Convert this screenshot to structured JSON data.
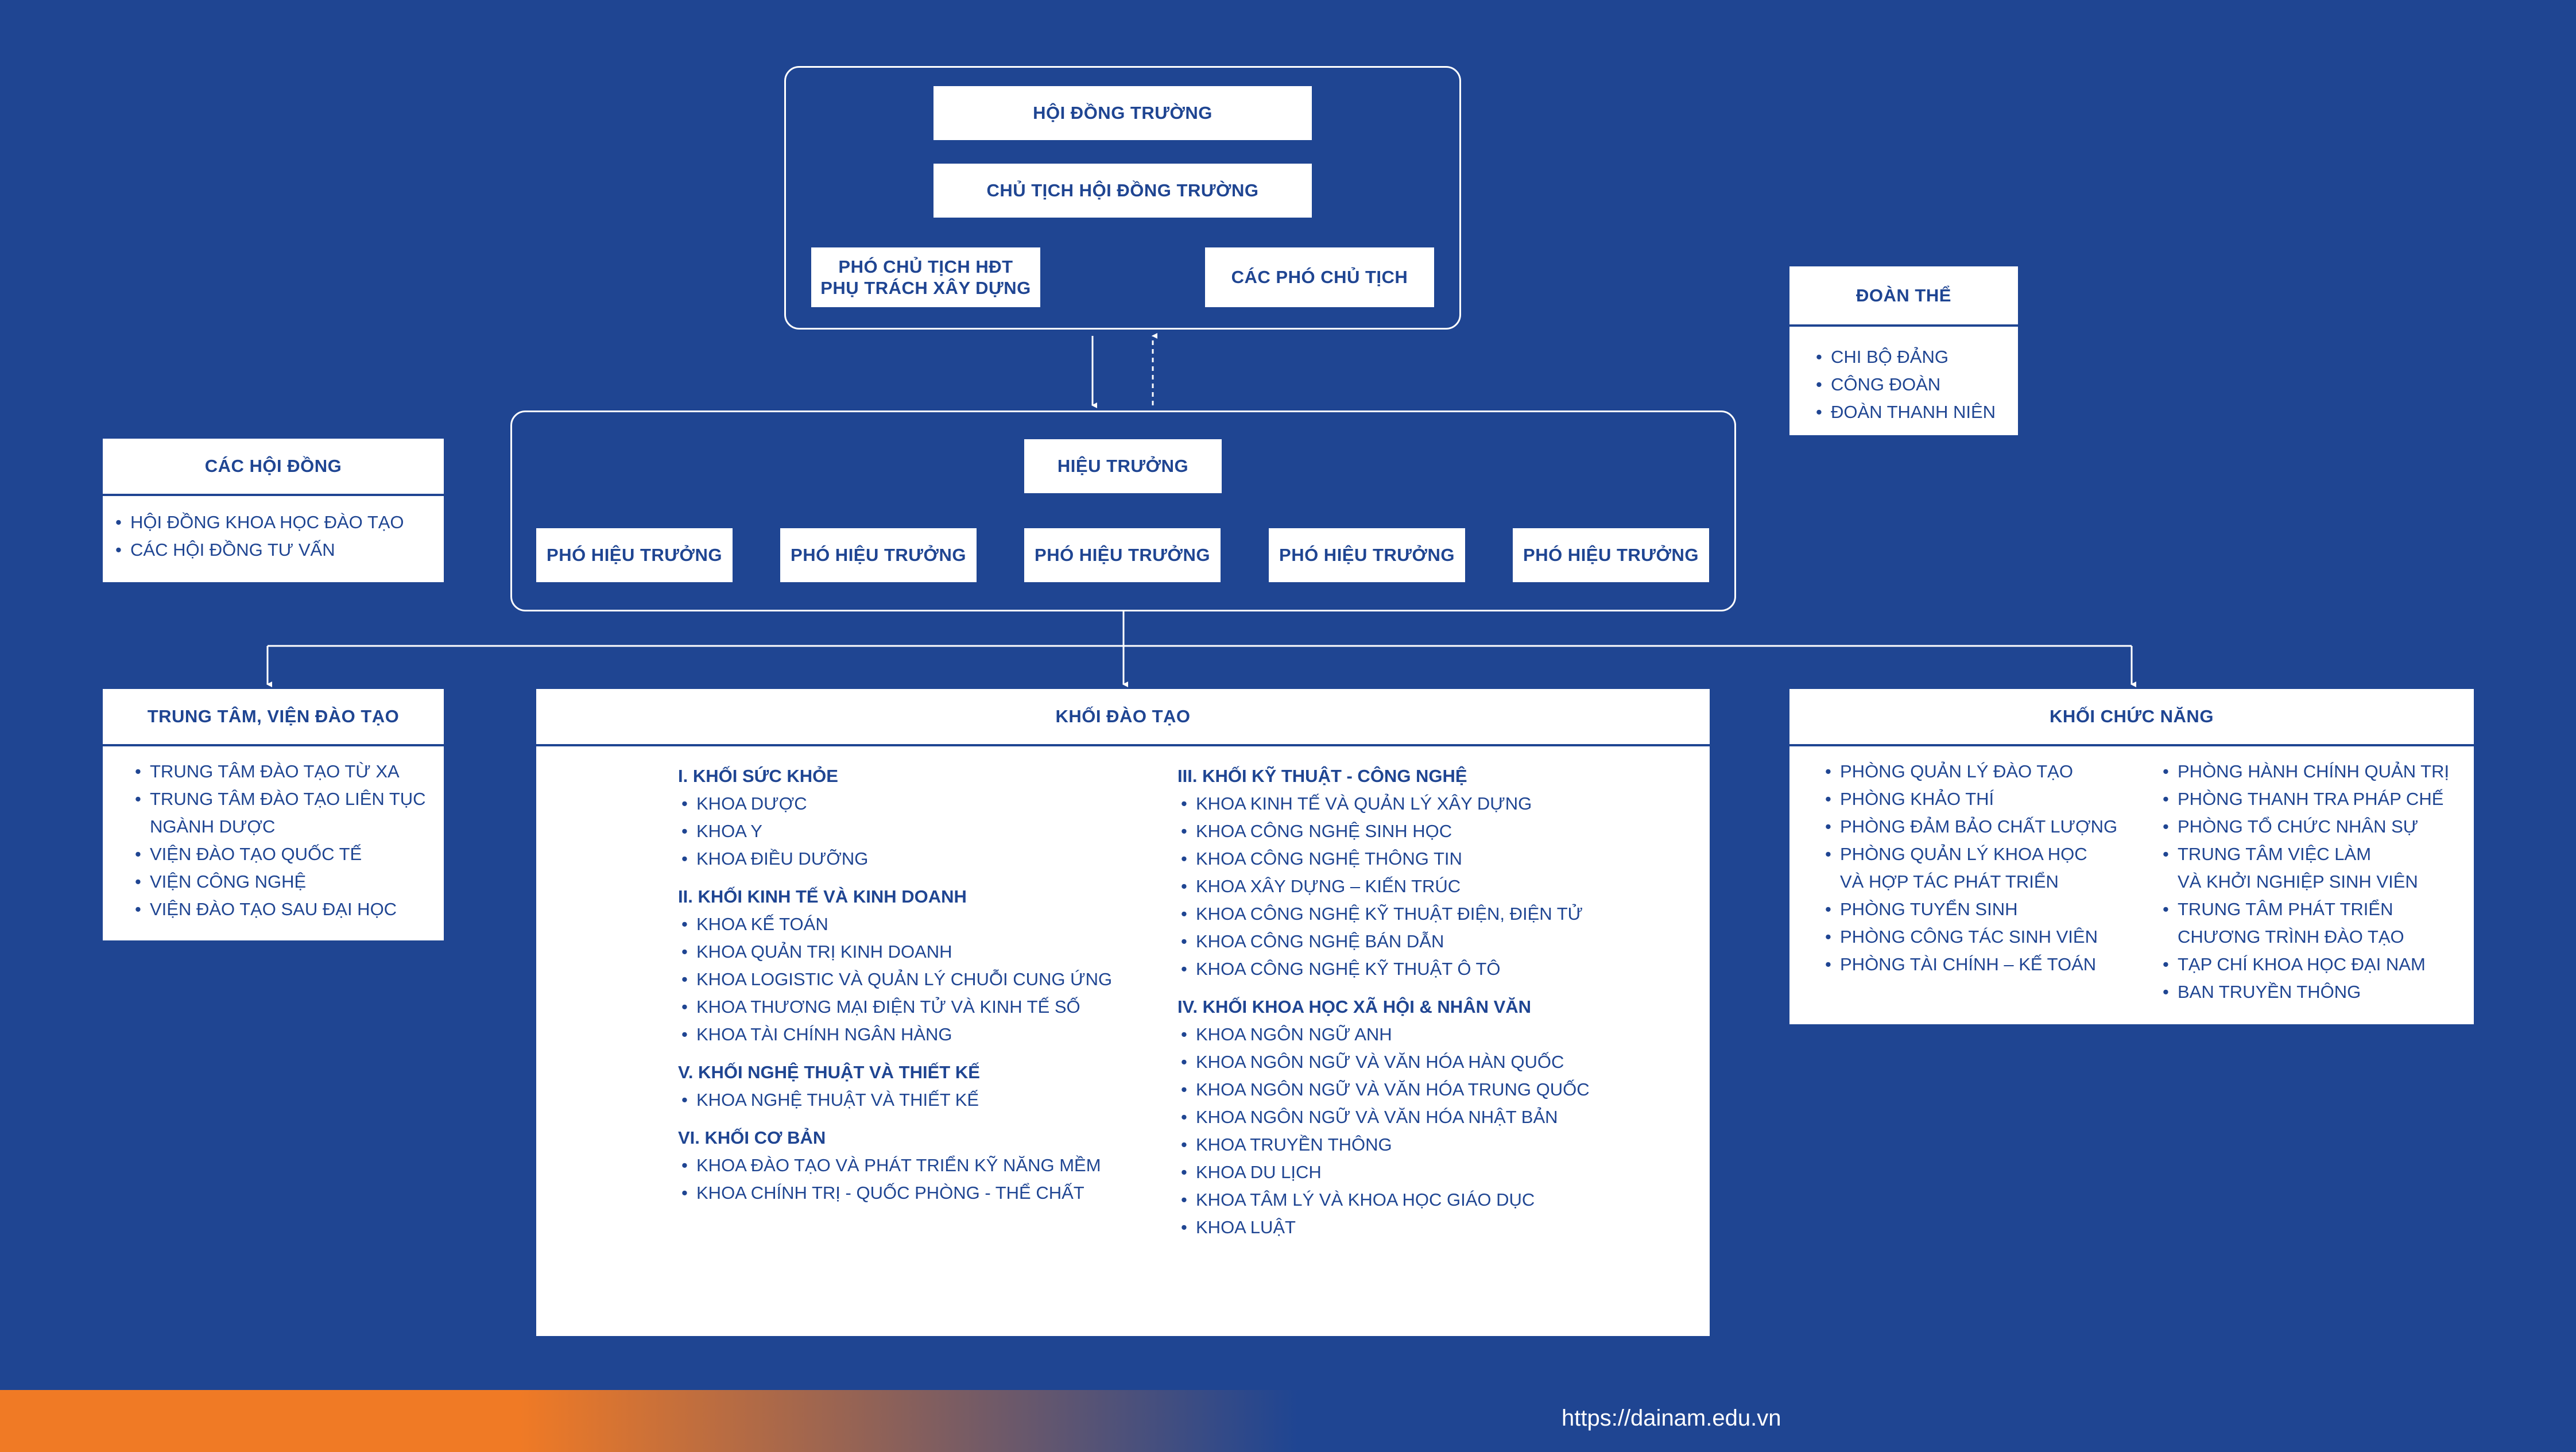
{
  "board": {
    "council": "HỘI ĐỒNG TRƯỜNG",
    "chair": "CHỦ TỊCH HỘI ĐỒNG TRƯỜNG",
    "vice_chair_construction": [
      "PHÓ CHỦ TỊCH HĐT",
      "PHỤ TRÁCH XÂY DỰNG"
    ],
    "vice_chairs": "CÁC PHÓ CHỦ TỊCH"
  },
  "rector": {
    "title": "HIỆU TRƯỞNG",
    "vice_rectors": [
      "PHÓ HIỆU TRƯỞNG",
      "PHÓ HIỆU TRƯỞNG",
      "PHÓ HIỆU TRƯỞNG",
      "PHÓ HIỆU TRƯỞNG",
      "PHÓ HIỆU TRƯỞNG"
    ]
  },
  "unions": {
    "title": "ĐOÀN THỂ",
    "items": [
      "CHI BỘ ĐẢNG",
      "CÔNG ĐOÀN",
      "ĐOÀN THANH NIÊN"
    ]
  },
  "councils": {
    "title": "CÁC HỘI ĐỒNG",
    "items": [
      "HỘI ĐỒNG KHOA HỌC ĐÀO TẠO",
      "CÁC HỘI ĐỒNG TƯ VẤN"
    ]
  },
  "centers": {
    "title": "TRUNG TÂM, VIỆN ĐÀO TẠO",
    "items": [
      "TRUNG TÂM ĐÀO TẠO TỪ XA",
      [
        "TRUNG TÂM ĐÀO TẠO LIÊN TỤC",
        "NGÀNH DƯỢC"
      ],
      "VIỆN ĐÀO TẠO QUỐC TẾ",
      "VIỆN CÔNG NGHỆ",
      "VIỆN ĐÀO TẠO SAU ĐẠI HỌC"
    ]
  },
  "training": {
    "title": "KHỐI ĐÀO TẠO",
    "left_groups": [
      {
        "title": "I. KHỐI SỨC KHỎE",
        "items": [
          "KHOA DƯỢC",
          "KHOA Y",
          "KHOA ĐIỀU DƯỠNG"
        ]
      },
      {
        "title": "II. KHỐI KINH TẾ VÀ KINH DOANH",
        "items": [
          "KHOA KẾ TOÁN",
          "KHOA QUẢN TRỊ KINH DOANH",
          "KHOA LOGISTIC VÀ QUẢN LÝ CHUỖI CUNG ỨNG",
          "KHOA THƯƠNG MẠI ĐIỆN TỬ VÀ KINH TẾ SỐ",
          "KHOA TÀI CHÍNH NGÂN HÀNG"
        ]
      },
      {
        "title": "V. KHỐI NGHỆ THUẬT VÀ THIẾT KẾ",
        "items": [
          "KHOA NGHỆ THUẬT VÀ THIẾT KẾ"
        ]
      },
      {
        "title": "VI. KHỐI CƠ BẢN",
        "items": [
          "KHOA ĐÀO TẠO VÀ PHÁT TRIỂN KỸ NĂNG MỀM",
          "KHOA CHÍNH TRỊ - QUỐC PHÒNG - THỂ CHẤT"
        ]
      }
    ],
    "right_groups": [
      {
        "title": "III. KHỐI KỸ THUẬT - CÔNG NGHỆ",
        "items": [
          "KHOA KINH TẾ VÀ QUẢN LÝ XÂY DỰNG",
          "KHOA CÔNG NGHỆ SINH HỌC",
          "KHOA CÔNG NGHỆ THÔNG TIN",
          "KHOA XÂY DỰNG – KIẾN TRÚC",
          "KHOA CÔNG NGHỆ KỸ THUẬT ĐIỆN, ĐIỆN TỬ",
          "KHOA CÔNG NGHỆ BÁN DẪN",
          "KHOA CÔNG NGHỆ KỸ THUẬT Ô TÔ"
        ]
      },
      {
        "title": "IV. KHỐI KHOA HỌC XÃ HỘI & NHÂN VĂN",
        "items": [
          "KHOA NGÔN NGỮ ANH",
          "KHOA NGÔN NGỮ VÀ VĂN HÓA HÀN QUỐC",
          "KHOA NGÔN NGỮ VÀ VĂN HÓA TRUNG QUỐC",
          "KHOA NGÔN NGỮ VÀ VĂN HÓA NHẬT BẢN",
          "KHOA TRUYỀN THÔNG",
          "KHOA DU LỊCH",
          "KHOA TÂM LÝ VÀ KHOA HỌC GIÁO DỤC",
          "KHOA LUẬT"
        ]
      }
    ]
  },
  "functional": {
    "title": "KHỐI CHỨC NĂNG",
    "left_items": [
      "PHÒNG QUẢN LÝ ĐÀO TẠO",
      "PHÒNG KHẢO THÍ",
      "PHÒNG ĐẢM BẢO CHẤT LƯỢNG",
      [
        "PHÒNG QUẢN LÝ KHOA HỌC",
        "VÀ HỢP TÁC PHÁT TRIỂN"
      ],
      "PHÒNG TUYỂN SINH",
      "PHÒNG CÔNG TÁC SINH VIÊN",
      "PHÒNG TÀI CHÍNH – KẾ TOÁN"
    ],
    "right_items": [
      "PHÒNG HÀNH CHÍNH QUẢN TRỊ",
      "PHÒNG THANH TRA PHÁP CHẾ",
      "PHÒNG TỔ CHỨC NHÂN SỰ",
      [
        "TRUNG TÂM VIỆC LÀM",
        "VÀ KHỞI NGHIỆP SINH VIÊN"
      ],
      [
        "TRUNG TÂM PHÁT TRIỂN",
        "CHƯƠNG TRÌNH ĐÀO TẠO"
      ],
      "TẠP CHÍ KHOA HỌC ĐẠI NAM",
      "BAN TRUYỀN THÔNG"
    ]
  },
  "footer": {
    "url": "https://dainam.edu.vn"
  },
  "colors": {
    "background": "#1f4592",
    "accent": "#f07a25",
    "box": "#ffffff"
  }
}
